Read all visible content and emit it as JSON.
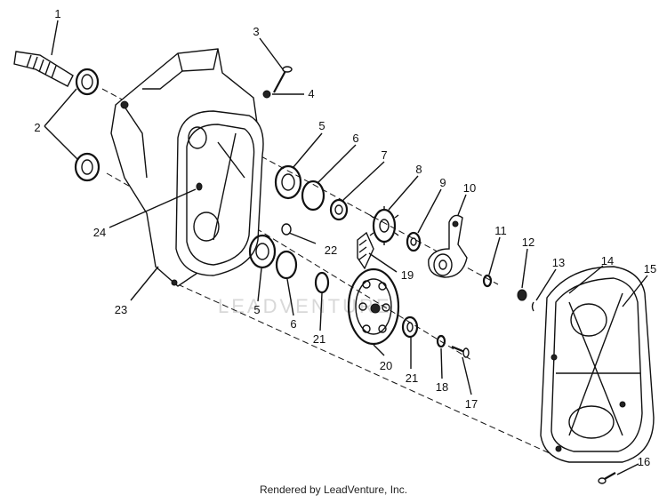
{
  "diagram": {
    "watermark": "LEADVENTURE",
    "footer": "Rendered by LeadVenture, Inc.",
    "callouts": [
      "1",
      "2",
      "3",
      "4",
      "5",
      "6",
      "7",
      "8",
      "9",
      "10",
      "11",
      "12",
      "13",
      "14",
      "15",
      "16",
      "17",
      "18",
      "19",
      "20",
      "21",
      "22",
      "23",
      "24",
      "5",
      "6",
      "21"
    ]
  }
}
